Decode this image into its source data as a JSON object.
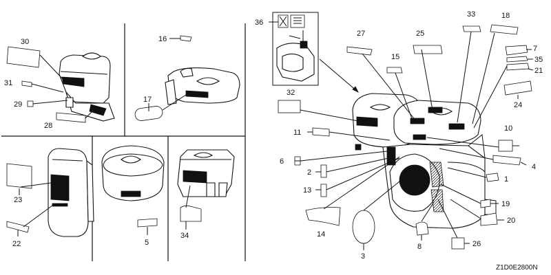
{
  "diagram": {
    "code": "Z1D0E2800N",
    "callouts": {
      "c1": "1",
      "c2": "2",
      "c3": "3",
      "c4": "4",
      "c5": "5",
      "c6": "6",
      "c7": "7",
      "c8": "8",
      "c10": "10",
      "c11": "11",
      "c13": "13",
      "c14": "14",
      "c15": "15",
      "c16": "16",
      "c17": "17",
      "c18": "18",
      "c19": "19",
      "c20": "20",
      "c21": "21",
      "c22": "22",
      "c23": "23",
      "c24": "24",
      "c25": "25",
      "c26": "26",
      "c27": "27",
      "c28": "28",
      "c29": "29",
      "c30": "30",
      "c31": "31",
      "c32": "32",
      "c33": "33",
      "c34": "34",
      "c35": "35",
      "c36": "36"
    },
    "colors": {
      "line": "#111111",
      "background": "#ffffff"
    }
  }
}
